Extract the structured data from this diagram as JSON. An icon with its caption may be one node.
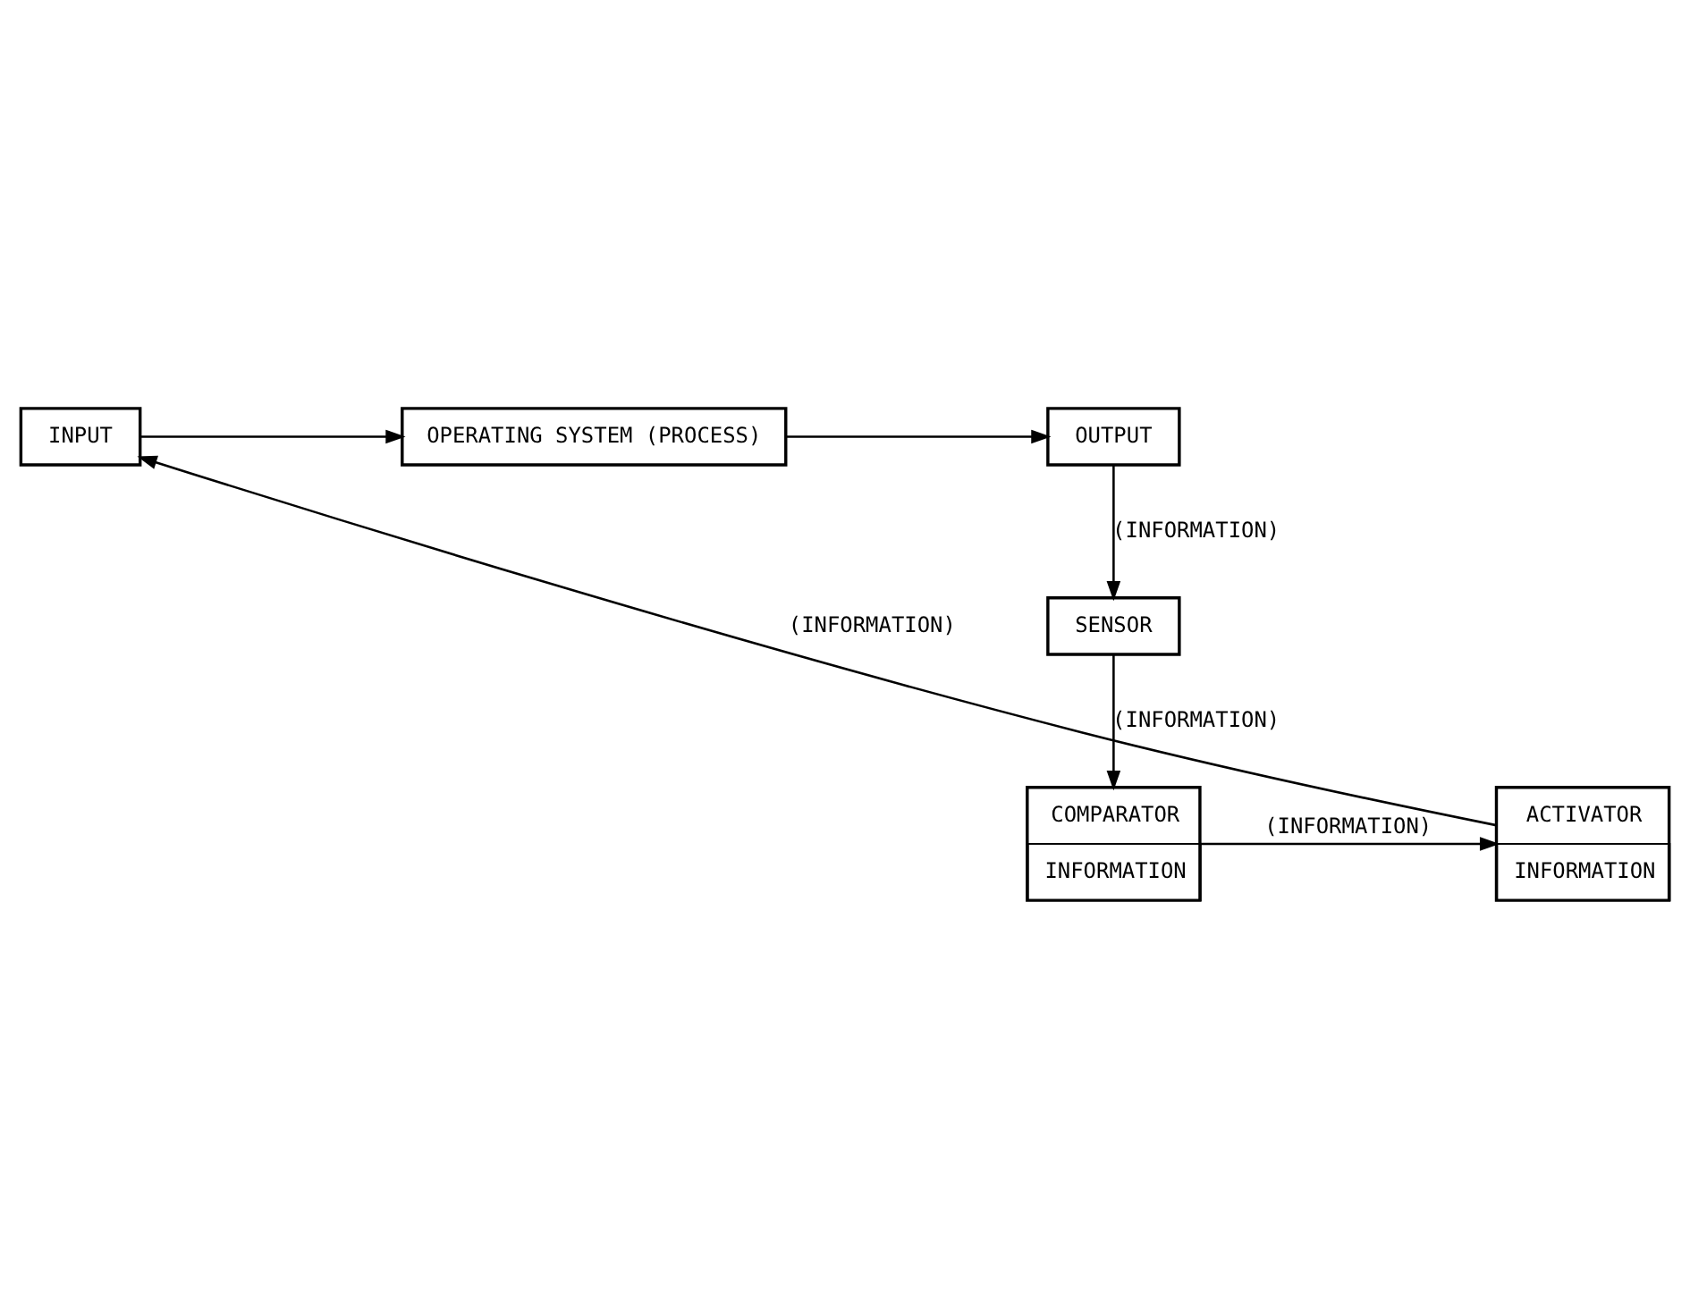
{
  "diagram": {
    "nodes": [
      {
        "text": [
          "INPUT"
        ]
      },
      {
        "text": [
          "OPERATING SYSTEM (PROCESS)"
        ]
      },
      {
        "text": [
          "OUTPUT"
        ]
      },
      {
        "text": [
          "SENSOR"
        ]
      },
      {
        "text": [
          "ACTIVATOR",
          "INFORMATION"
        ]
      },
      {
        "text": [
          "COMPARATOR",
          "INFORMATION"
        ]
      }
    ],
    "edges": [
      {
        "from": 0,
        "to": 1,
        "arrow": "to"
      },
      {
        "from": 1,
        "to": 2,
        "arrow": "to"
      },
      {
        "from": 2,
        "to": 3,
        "arrow": "to",
        "label": "(INFORMATION)"
      },
      {
        "from": 3,
        "to": 5,
        "arrow": "to",
        "label": "(INFORMATION)"
      },
      {
        "from": 5,
        "to": 4,
        "arrow": "to",
        "label": "(INFORMATION)"
      },
      {
        "from": 4,
        "to": 0,
        "arrow": "to",
        "label": "(INFORMATION)"
      }
    ]
  }
}
